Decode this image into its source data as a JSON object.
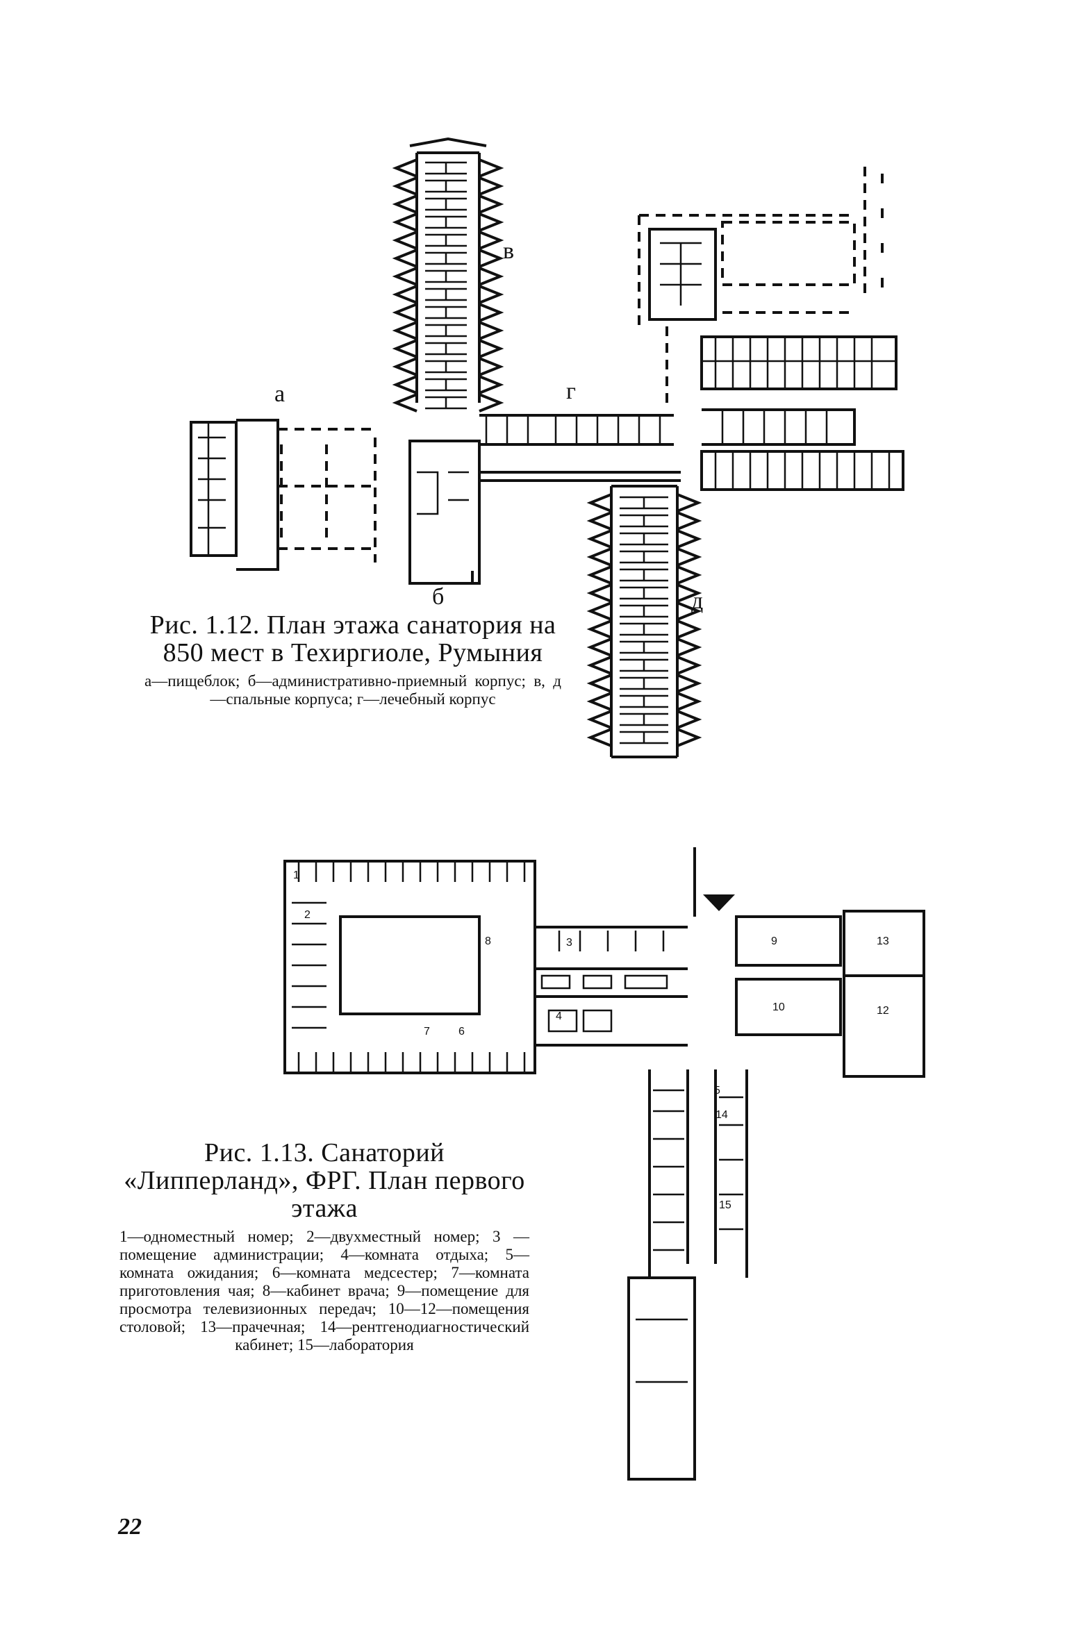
{
  "figure1": {
    "title": "Рис. 1.12. План этажа санатория на 850 мест в Техиргиоле, Румыния",
    "legend": "а—пищеблок; б—административно-приемный корпус; в, д—спальные корпуса; г—лечебный корпус",
    "labels": {
      "a": "а",
      "b": "б",
      "v": "в",
      "g": "г",
      "d": "д"
    }
  },
  "figure2": {
    "title": "Рис. 1.13. Санаторий «Липперланд», ФРГ. План первого этажа",
    "legend": "1—одноместный номер; 2—двухместный номер; 3 — помещение администрации; 4—комната отдыха; 5—комната ожидания; 6—комната медсестер; 7—комната приготовления чая; 8—кабинет врача; 9—помещение для просмотра телевизионных передач; 10—12—помещения столовой; 13—прачечная; 14—рентгенодиагностический кабинет; 15—лаборатория",
    "room_numbers": {
      "r1": "1",
      "r2": "2",
      "r3": "3",
      "r4": "4",
      "r5": "5",
      "r6": "6",
      "r7": "7",
      "r8": "8",
      "r9": "9",
      "r10": "10",
      "r12": "12",
      "r13": "13",
      "r14": "14",
      "r15": "15"
    }
  },
  "page_number": "22"
}
